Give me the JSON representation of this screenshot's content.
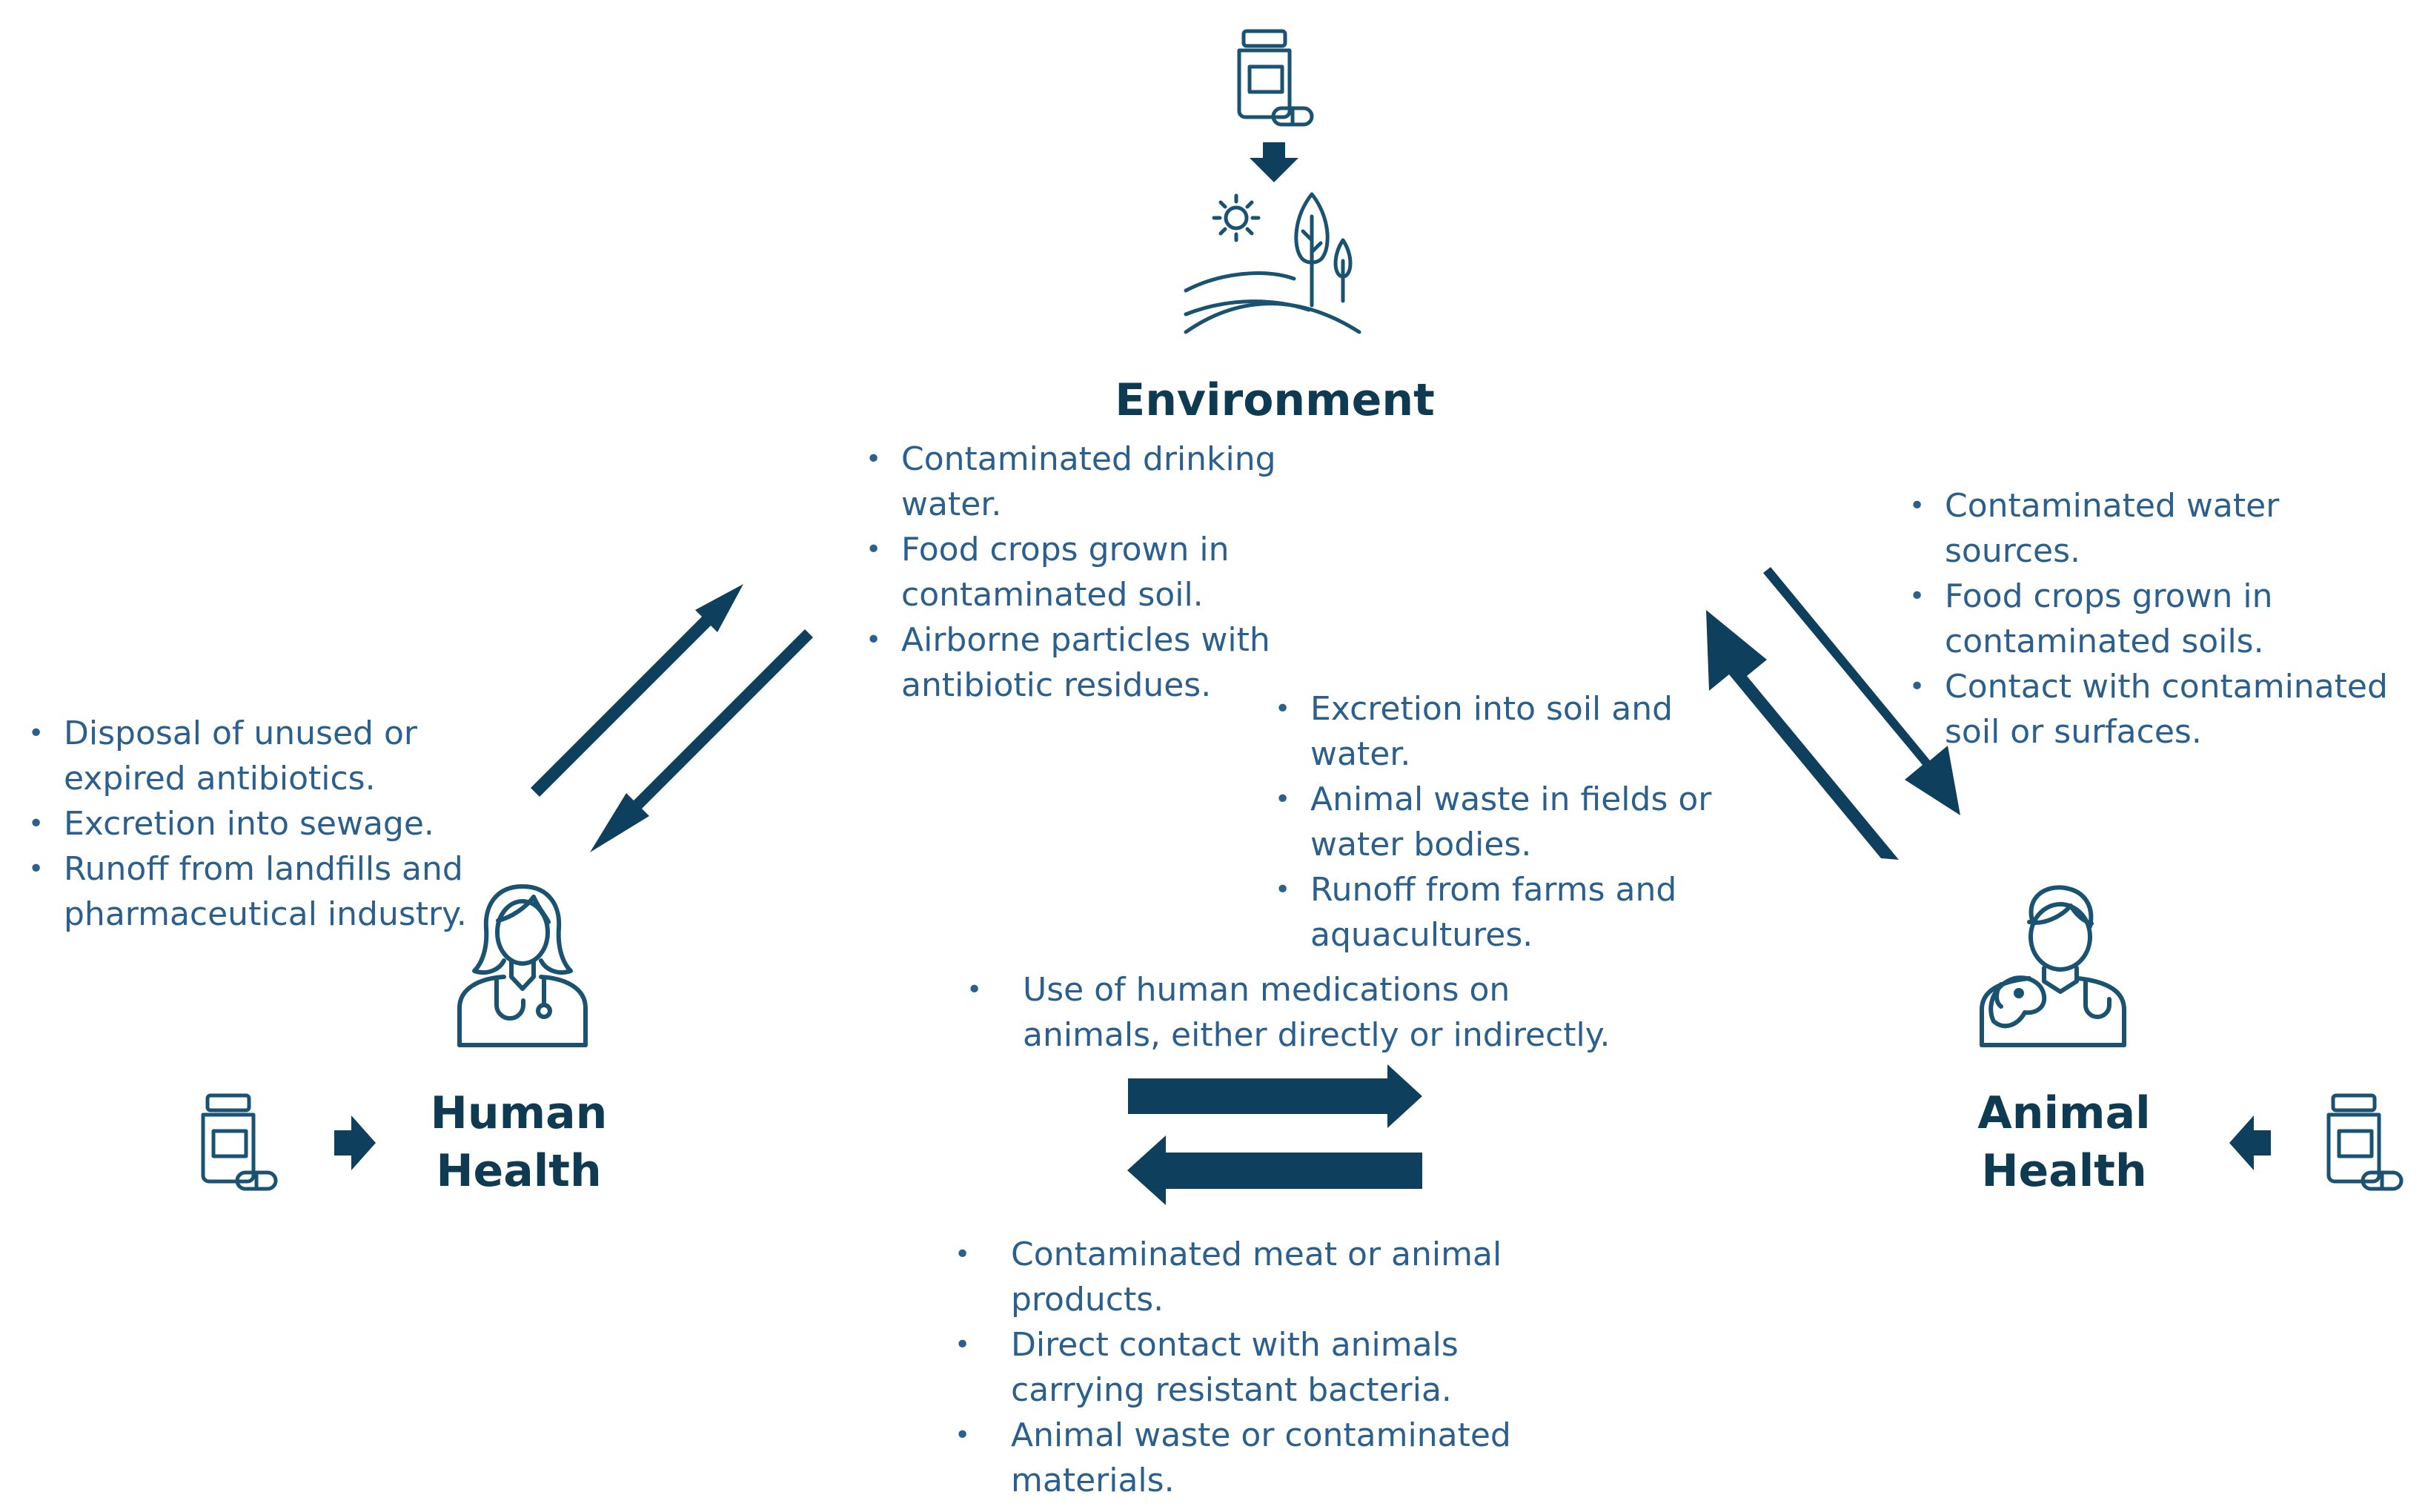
{
  "nodes": {
    "environment": {
      "title": "Environment"
    },
    "human_health": {
      "title_line1": "Human",
      "title_line2": "Health"
    },
    "animal_health": {
      "title_line1": "Animal",
      "title_line2": "Health"
    }
  },
  "edges": {
    "environment_to_human": {
      "items": [
        "Contaminated drinking water.",
        "Food crops grown in contaminated soil.",
        "Airborne particles with antibiotic residues."
      ]
    },
    "human_to_environment": {
      "items": [
        "Disposal of unused or expired antibiotics.",
        "Excretion into sewage.",
        "Runoff from landfills and pharmaceutical industry."
      ]
    },
    "environment_to_animal": {
      "items": [
        "Contaminated water sources.",
        "Food crops grown in contaminated soils.",
        "Contact with contaminated soil or surfaces."
      ]
    },
    "animal_to_environment": {
      "items": [
        "Excretion into soil and water.",
        "Animal waste in fields or water bodies.",
        "Runoff from farms and aquacultures."
      ]
    },
    "human_to_animal": {
      "items": [
        "Use of human medications on animals, either directly or indirectly."
      ]
    },
    "animal_to_human": {
      "items": [
        "Contaminated meat or animal products.",
        "Direct contact with animals carrying resistant bacteria.",
        "Animal waste or contaminated materials."
      ]
    }
  },
  "icons": [
    "medicine-bottle-icon",
    "landscape-icon",
    "sun-icon",
    "doctor-female-icon",
    "veterinarian-icon",
    "arrow-icon"
  ],
  "colors": {
    "arrow": "#0e3f5c",
    "title": "#0e3a52",
    "bullet_text": "#2b5f8e",
    "icon_stroke": "#1a5272"
  }
}
